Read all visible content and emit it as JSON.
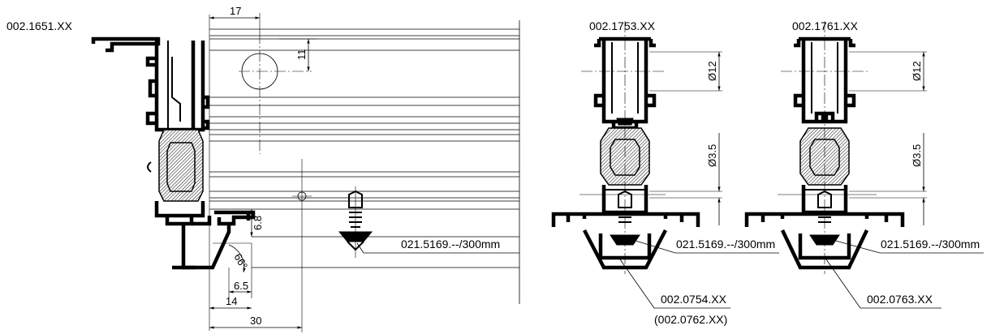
{
  "drawing": {
    "labels": {
      "part_main": "002.1651.XX",
      "part_mid": "002.1753.XX",
      "part_right": "002.1761.XX",
      "screw_left": "021.5169.--/300mm",
      "screw_mid": "021.5169.--/300mm",
      "screw_right": "021.5169.--/300mm",
      "cap_mid": "002.0754.XX",
      "cap_mid_alt": "(002.0762.XX)",
      "cap_right": "002.0763.XX"
    },
    "dimensions": {
      "d17": "17",
      "d11": "11",
      "d6_8": "6.8",
      "d66": "66°",
      "d6_5": "6.5",
      "d14": "14",
      "d30": "30",
      "dia12_mid": "Ø12",
      "dia3_5_mid": "Ø3.5",
      "dia12_right": "Ø12",
      "dia3_5_right": "Ø3.5"
    }
  }
}
